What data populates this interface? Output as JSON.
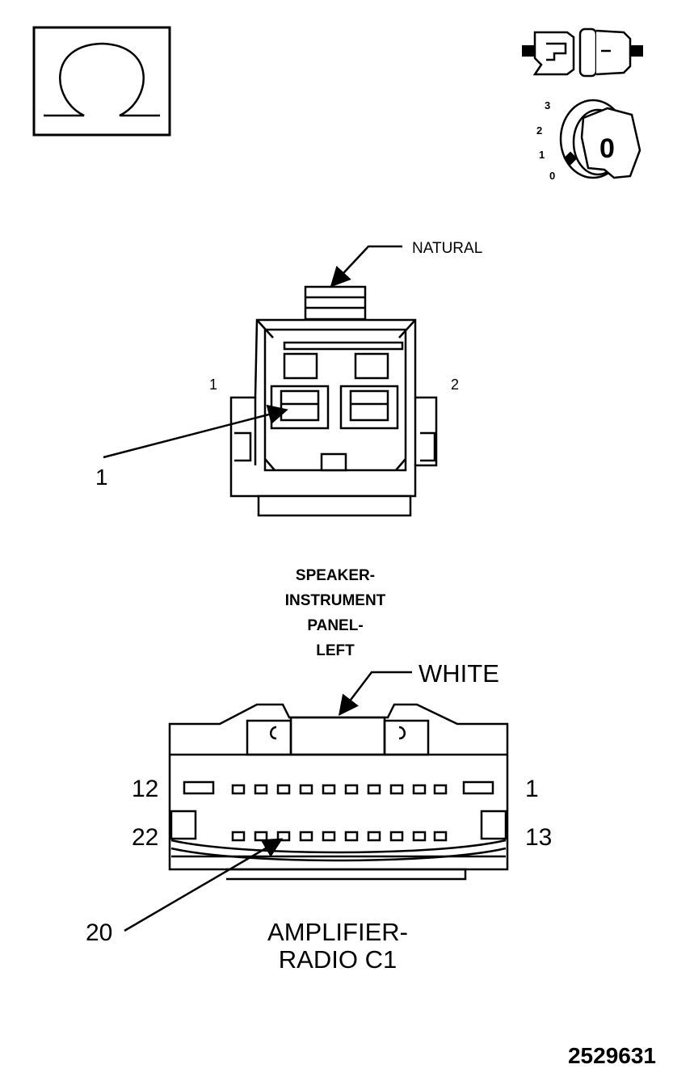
{
  "ignition": {
    "positions": [
      "3",
      "2",
      "1",
      "0"
    ],
    "key_label": "0"
  },
  "connector_top": {
    "color_label": "NATURAL",
    "pin_left": "1",
    "pin_right": "2",
    "callout": "1",
    "name_lines": [
      "SPEAKER-",
      "INSTRUMENT",
      "PANEL-",
      "LEFT"
    ]
  },
  "connector_bottom": {
    "color_label": "WHITE",
    "pin_top_left": "12",
    "pin_top_right": "1",
    "pin_bottom_left": "22",
    "pin_bottom_right": "13",
    "callout": "20",
    "name_lines": [
      "AMPLIFIER-",
      "RADIO C1"
    ]
  },
  "figure_id": "2529631",
  "colors": {
    "ink": "#000000",
    "paper": "#ffffff"
  }
}
